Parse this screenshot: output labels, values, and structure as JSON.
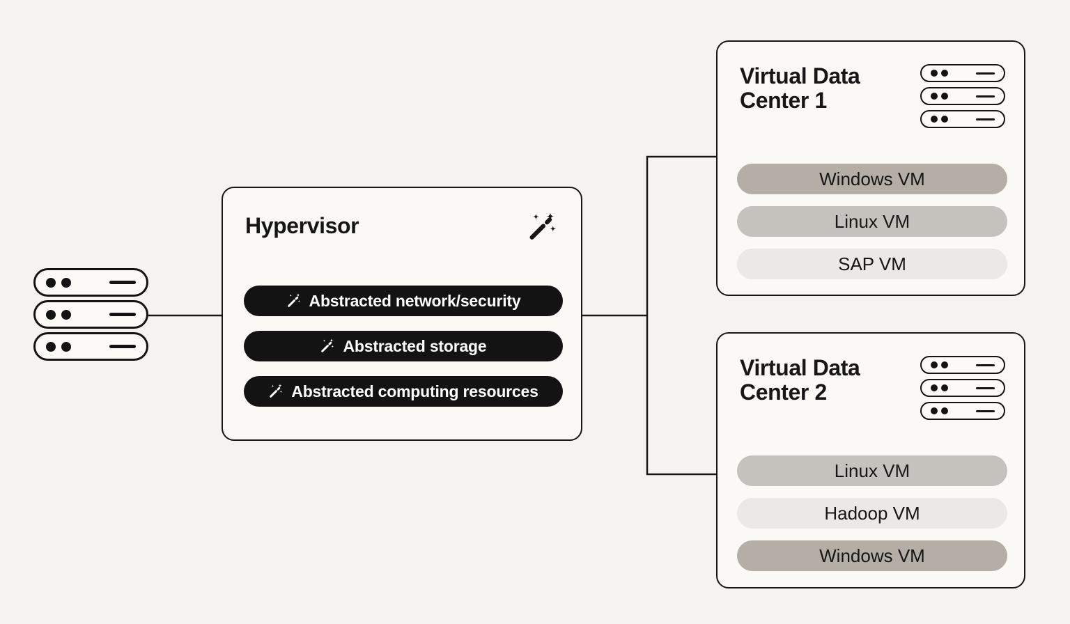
{
  "colors": {
    "background": "#f5f3ef",
    "card_fill": "#faf9f6",
    "stroke_black": "#161616",
    "capability_pill_background": "#131313",
    "capability_pill_text": "#ffffff",
    "vm_taupe": "#b5aea7",
    "vm_gray": "#c5c2be",
    "vm_light": "#ebe9e6"
  },
  "physical_server_stack": {
    "icon": "server-icon",
    "server_count": 3
  },
  "hypervisor": {
    "title": "Hypervisor",
    "header_icon": "magic-wand-icon",
    "capabilities": [
      {
        "icon": "magic-wand-icon",
        "label": "Abstracted network/security"
      },
      {
        "icon": "magic-wand-icon",
        "label": "Abstracted storage"
      },
      {
        "icon": "magic-wand-icon",
        "label": "Abstracted computing resources"
      }
    ]
  },
  "virtual_data_centers": [
    {
      "title_line1": "Virtual Data",
      "title_line2": "Center 1",
      "server_icon_count": 3,
      "vms": [
        {
          "label": "Windows VM",
          "color": "#b5aea7"
        },
        {
          "label": "Linux VM",
          "color": "#c5c2be"
        },
        {
          "label": "SAP VM",
          "color": "#ebe9e6"
        }
      ]
    },
    {
      "title_line1": "Virtual Data",
      "title_line2": "Center 2",
      "server_icon_count": 3,
      "vms": [
        {
          "label": "Linux VM",
          "color": "#c5c2be"
        },
        {
          "label": "Hadoop VM",
          "color": "#ebe9e6"
        },
        {
          "label": "Windows VM",
          "color": "#b5aea7"
        }
      ]
    }
  ]
}
